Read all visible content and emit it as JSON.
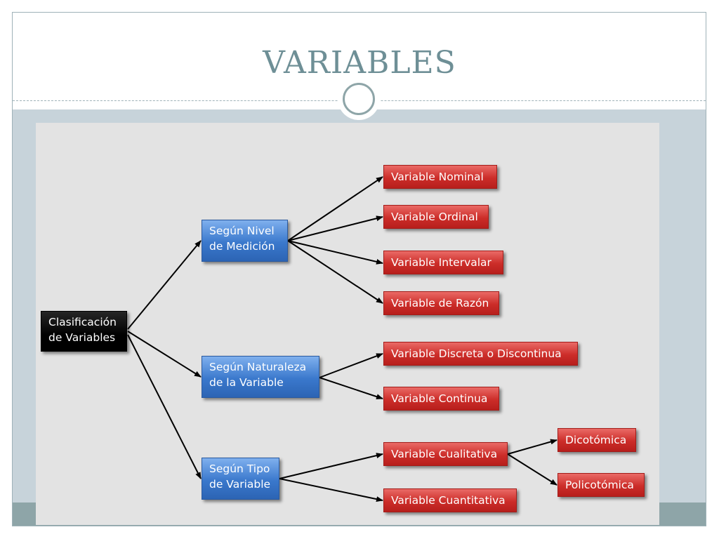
{
  "slide": {
    "title": "VARIABLES"
  },
  "diagram": {
    "root": {
      "label_line1": "Clasificación",
      "label_line2": "de Variables"
    },
    "categories": [
      {
        "label_line1": "Según Nivel",
        "label_line2": "de Medición",
        "children": [
          "Variable Nominal",
          "Variable Ordinal",
          "Variable Intervalar",
          "Variable de Razón"
        ]
      },
      {
        "label_line1": "Según Naturaleza",
        "label_line2": "de la Variable",
        "children": [
          "Variable Discreta o Discontinua",
          "Variable Continua"
        ]
      },
      {
        "label_line1": "Según Tipo",
        "label_line2": "de Variable",
        "children": [
          "Variable Cualitativa",
          "Variable Cuantitativa"
        ]
      }
    ],
    "qualitative_subtypes": [
      "Dicotómica",
      "Policotómica"
    ]
  },
  "colors": {
    "title": "#6e8f96",
    "root_node": "#000000",
    "category_node": "#3a78cc",
    "leaf_node": "#cc2d29",
    "panel": "#e3e3e3",
    "band": "#c7d3da"
  }
}
